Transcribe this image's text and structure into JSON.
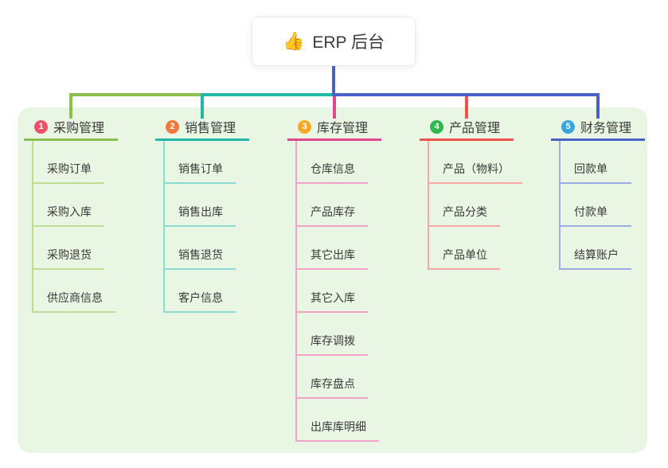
{
  "root": {
    "icon": "thumbs-up",
    "icon_glyph": "👍",
    "label": "ERP 后台"
  },
  "branches": [
    {
      "num": "1",
      "title": "采购管理",
      "badge_color": "#ee5267",
      "line_color": "#8bbf4e",
      "light_color": "#bcdd95",
      "children": [
        "采购订单",
        "采购入库",
        "采购退货",
        "供应商信息"
      ]
    },
    {
      "num": "2",
      "title": "销售管理",
      "badge_color": "#f0793b",
      "line_color": "#23b7aa",
      "light_color": "#8edad2",
      "children": [
        "销售订单",
        "销售出库",
        "销售退货",
        "客户信息"
      ]
    },
    {
      "num": "3",
      "title": "库存管理",
      "badge_color": "#f9a825",
      "line_color": "#e0458f",
      "light_color": "#f2a3c8",
      "children": [
        "仓库信息",
        "产品库存",
        "其它出库",
        "其它入库",
        "库存调拨",
        "库存盘点",
        "出库库明细"
      ]
    },
    {
      "num": "4",
      "title": "产品管理",
      "badge_color": "#2eb84e",
      "line_color": "#ef5350",
      "light_color": "#f8a8a6",
      "children": [
        "产品（物料）",
        "产品分类",
        "产品单位"
      ]
    },
    {
      "num": "5",
      "title": "财务管理",
      "badge_color": "#38a6de",
      "line_color": "#4a62c8",
      "light_color": "#9cabe2",
      "children": [
        "回款单",
        "付款单",
        "结算账户"
      ]
    }
  ],
  "colors": {
    "canvas_bg": "#e9f6e3",
    "page_bg": "#ffffff",
    "text": "#3a3a3a",
    "trunk_line": "#4a62c8"
  }
}
